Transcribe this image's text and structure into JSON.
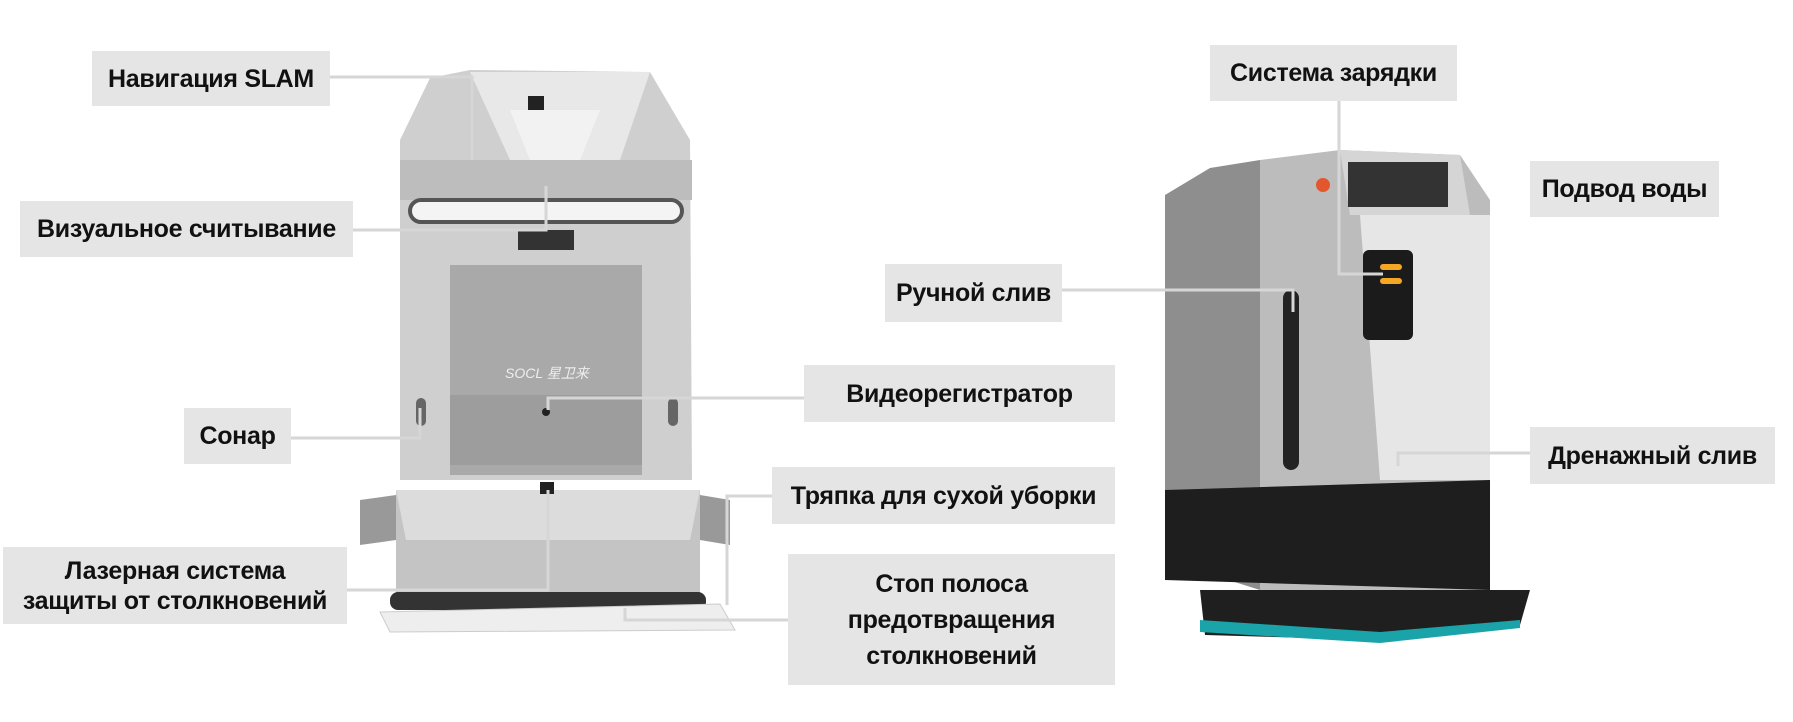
{
  "labels": {
    "slam_navigation": "Навигация SLAM",
    "visual_reading": "Визуальное считывание",
    "sonar": "Сонар",
    "laser_line1": "Лазерная система",
    "laser_line2": "защиты от столкновений",
    "dashcam": "Видеорегистратор",
    "dry_mop": "Тряпка для сухой уборки",
    "bumper_line1": "Стоп полоса",
    "bumper_line2": "предотвращения",
    "bumper_line3": "столкновений",
    "charging_system": "Система зарядки",
    "water_inlet": "Подвод воды",
    "manual_drain": "Ручной слив",
    "drain_outlet": "Дренажный слив"
  },
  "robot_logo_text": "SOCL 星卫来",
  "colors": {
    "label_bg": "#e5e5e5",
    "leader": "#d6d6d6",
    "accent_orange": "#f5a623",
    "accent_teal": "#1aa3a8"
  }
}
